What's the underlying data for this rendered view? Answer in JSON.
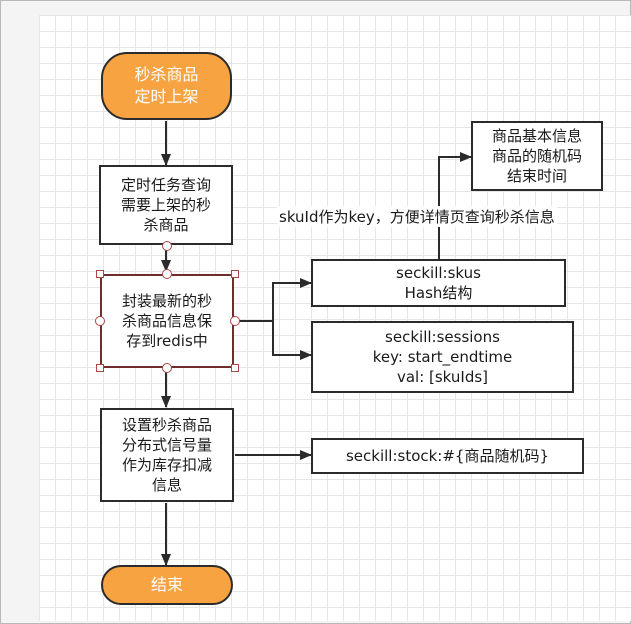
{
  "nodes": {
    "start": "秒杀商品\n定时上架",
    "query": "定时任务查询\n需要上架的秒\n杀商品",
    "encapsulate": "封装最新的秒\n杀商品信息保\n存到redis中",
    "semaphore": "设置秒杀商品\n分布式信号量\n作为库存扣减\n信息",
    "end": "结束",
    "skus": "seckill:skus\nHash结构",
    "sessions": "seckill:sessions\nkey: start_endtime\nval:  [skuIds]",
    "stock": "seckill:stock:#{商品随机码}",
    "info": "商品基本信息\n商品的随机码\n结束时间"
  },
  "edge_labels": {
    "skuid_key": "skuId作为key，方便详情页查询秒杀信息"
  },
  "colors": {
    "terminal_fill": "#f7a341",
    "stroke": "#2b2b2b",
    "grid": "#e6e6e6",
    "selection_handle": "#b04545"
  }
}
